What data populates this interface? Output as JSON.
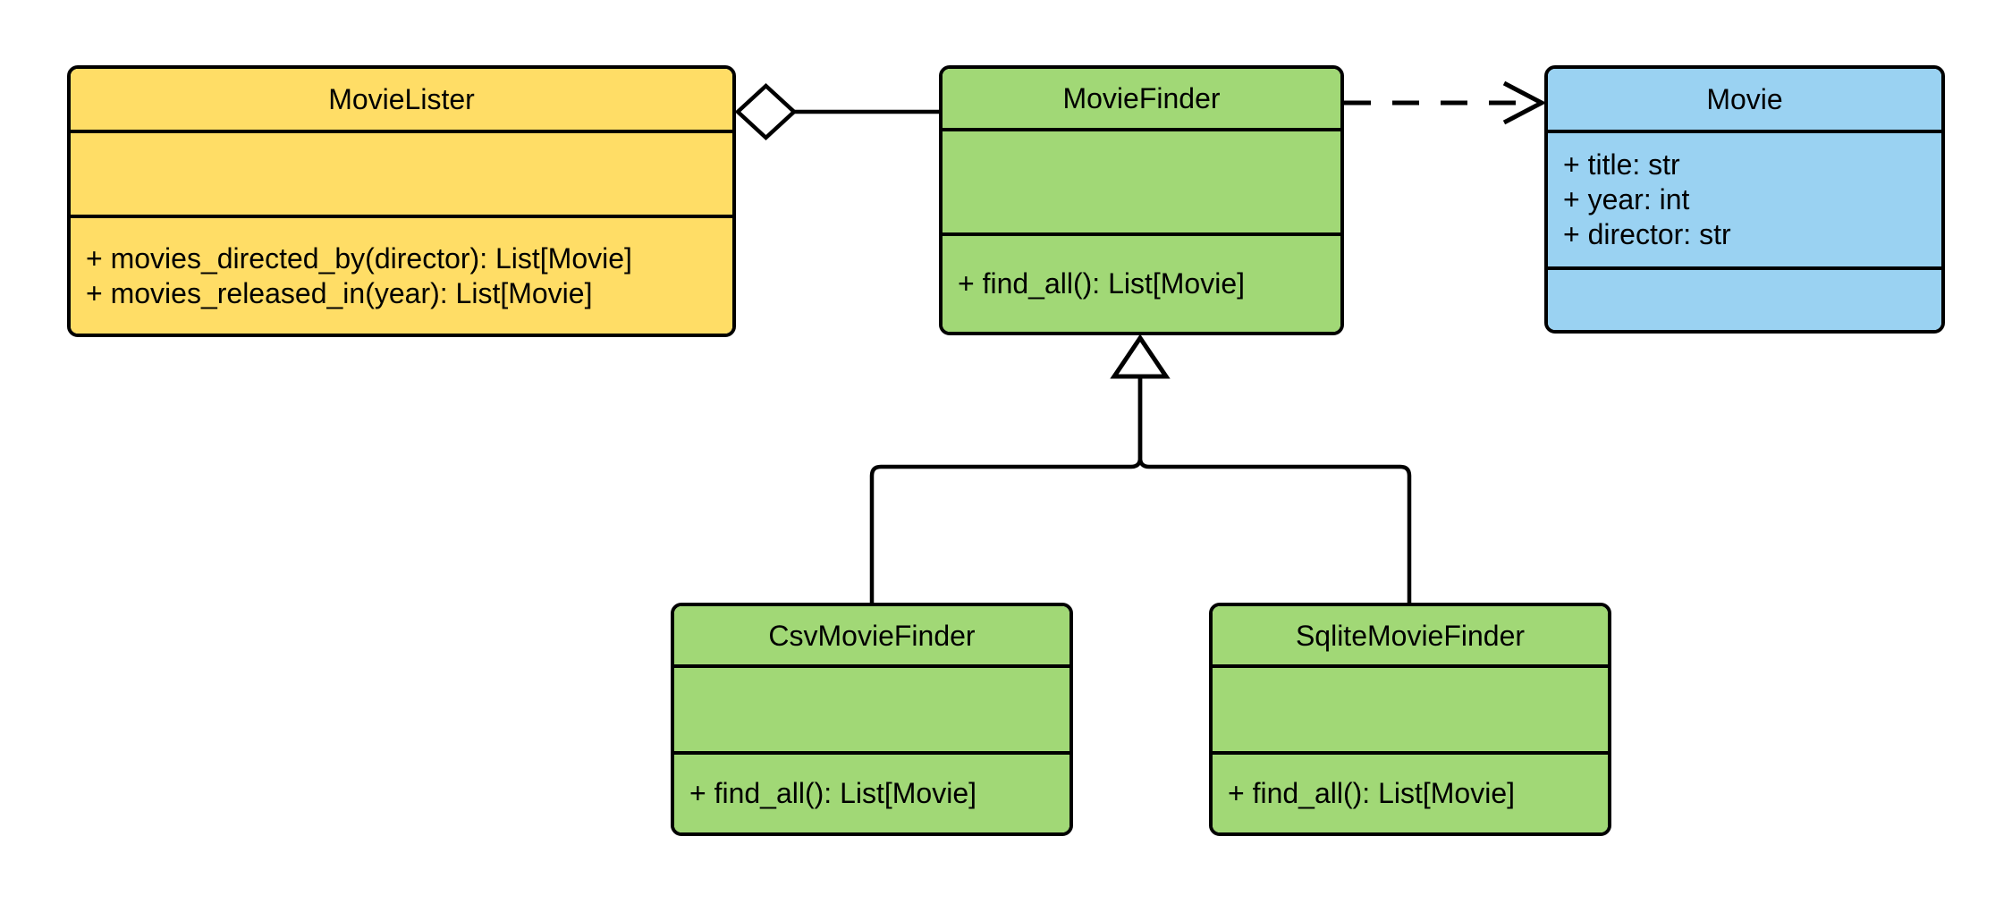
{
  "diagram": {
    "kind": "uml-class-diagram",
    "background": "#FFFFFF"
  },
  "colors": {
    "yellow": "#FFDD66",
    "green": "#A1D876",
    "blue": "#9AD2F2",
    "stroke": "#000000"
  },
  "classes": [
    {
      "name": "MovieLister",
      "fill": "yellow",
      "attributes": [],
      "methods": [
        "+ movies_directed_by(director): List[Movie]",
        "+ movies_released_in(year): List[Movie]"
      ]
    },
    {
      "name": "MovieFinder",
      "fill": "green",
      "attributes": [],
      "methods": [
        "+ find_all(): List[Movie]"
      ]
    },
    {
      "name": "Movie",
      "fill": "blue",
      "attributes": [
        "+ title: str",
        "+ year: int",
        "+ director: str"
      ],
      "methods": []
    },
    {
      "name": "CsvMovieFinder",
      "fill": "green",
      "attributes": [],
      "methods": [
        "+ find_all(): List[Movie]"
      ]
    },
    {
      "name": "SqliteMovieFinder",
      "fill": "green",
      "attributes": [],
      "methods": [
        "+ find_all(): List[Movie]"
      ]
    }
  ],
  "relationships": [
    {
      "type": "aggregation",
      "from": "MovieLister",
      "to": "MovieFinder"
    },
    {
      "type": "dependency",
      "from": "MovieFinder",
      "to": "Movie"
    },
    {
      "type": "generalization",
      "from": "CsvMovieFinder",
      "to": "MovieFinder"
    },
    {
      "type": "generalization",
      "from": "SqliteMovieFinder",
      "to": "MovieFinder"
    }
  ]
}
